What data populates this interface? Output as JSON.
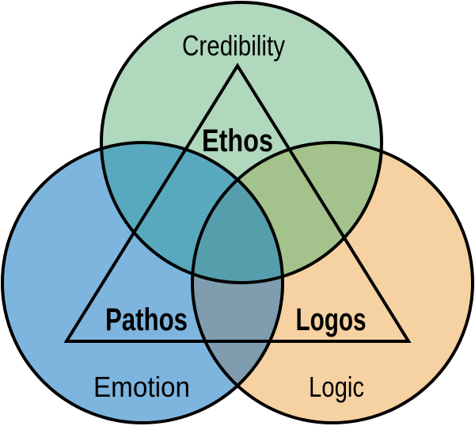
{
  "diagram": {
    "type": "venn-3-rhetorical-triangle",
    "background": "#ffffff",
    "outline_color": "#000000",
    "regions": {
      "top": {
        "name": "Ethos",
        "label": "Credibility",
        "color": "#afd8bc"
      },
      "left": {
        "name": "Pathos",
        "label": "Emotion",
        "color": "#7db5de"
      },
      "right": {
        "name": "Logos",
        "label": "Logic",
        "color": "#f6d1a2"
      }
    },
    "overlaps": {
      "top_left": "#58a9be",
      "top_right": "#a4c28b",
      "left_right": "#7f9dae",
      "center": "#579eac"
    }
  }
}
